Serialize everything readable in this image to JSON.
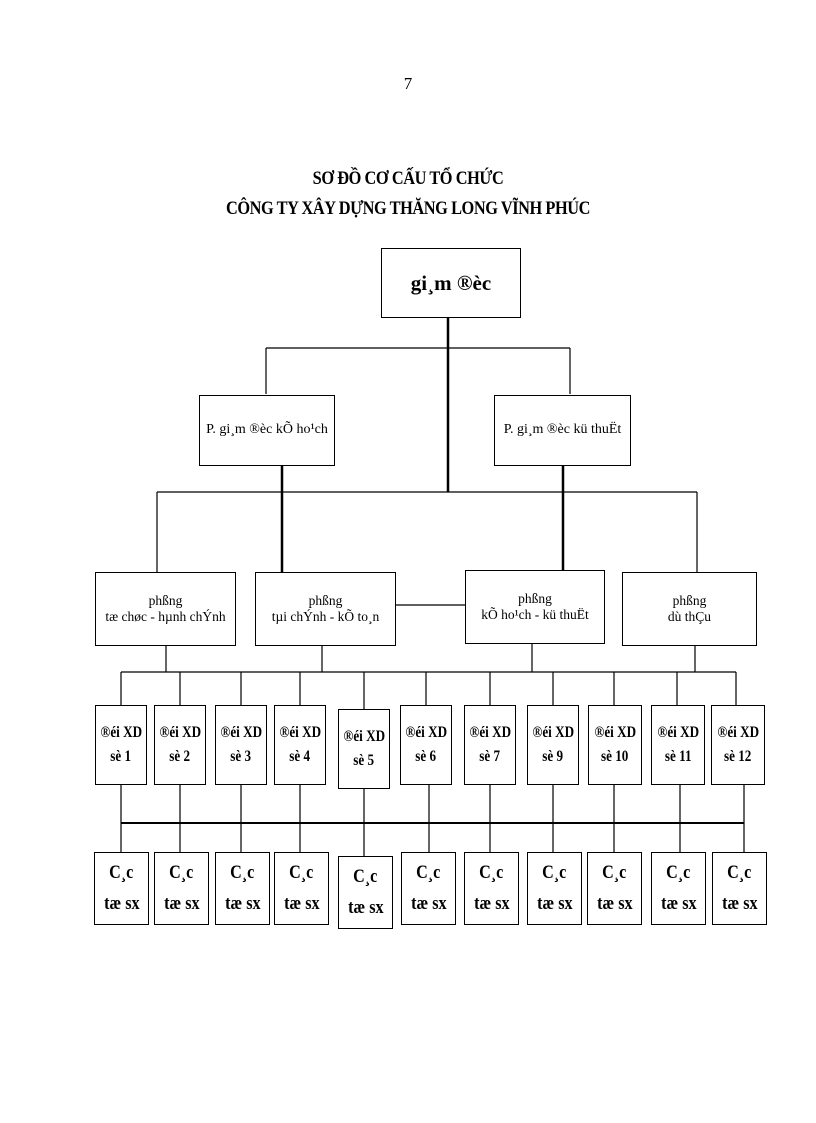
{
  "page_number": "7",
  "title_line1": "SƠ ĐỒ CƠ CẤU TỔ CHỨC",
  "title_line2": "CÔNG TY XÂY DỰNG THĂNG LONG VĨNH PHÚC",
  "director": "gi¸m ®èc",
  "deputies": [
    "P. gi¸m ®èc kÕ ho¹ch",
    "P. gi¸m ®èc kü thuËt"
  ],
  "departments": [
    {
      "line1": "phßng",
      "line2": "tæ chøc - hµnh  chÝnh"
    },
    {
      "line1": "phßng",
      "line2": "tµi chÝnh  - kÕ to¸n"
    },
    {
      "line1": "phßng",
      "line2": "kÕ ho¹ch - kü thuËt"
    },
    {
      "line1": "phßng",
      "line2": "dù thÇu"
    }
  ],
  "teams": [
    {
      "line1": "®éi XD",
      "line2": "sè 1"
    },
    {
      "line1": "®éi XD",
      "line2": "sè 2"
    },
    {
      "line1": "®éi XD",
      "line2": "sè 3"
    },
    {
      "line1": "®éi XD",
      "line2": "sè 4"
    },
    {
      "line1": "®éi XD",
      "line2": "sè 5"
    },
    {
      "line1": "®éi XD",
      "line2": "sè 6"
    },
    {
      "line1": "®éi XD",
      "line2": "sè 7"
    },
    {
      "line1": "®éi XD",
      "line2": "sè 9"
    },
    {
      "line1": "®éi XD",
      "line2": "sè 10"
    },
    {
      "line1": "®éi XD",
      "line2": "sè 11"
    },
    {
      "line1": "®éi XD",
      "line2": "sè 12"
    }
  ],
  "units": [
    {
      "line1": "C¸c",
      "line2": "tæ sx"
    },
    {
      "line1": "C¸c",
      "line2": "tæ sx"
    },
    {
      "line1": "C¸c",
      "line2": "tæ sx"
    },
    {
      "line1": "C¸c",
      "line2": "tæ sx"
    },
    {
      "line1": "C¸c",
      "line2": "tæ sx"
    },
    {
      "line1": "C¸c",
      "line2": "tæ sx"
    },
    {
      "line1": "C¸c",
      "line2": "tæ sx"
    },
    {
      "line1": "C¸c",
      "line2": "tæ sx"
    },
    {
      "line1": "C¸c",
      "line2": "tæ sx"
    },
    {
      "line1": "C¸c",
      "line2": "tæ sx"
    },
    {
      "line1": "C¸c",
      "line2": "tæ sx"
    }
  ]
}
